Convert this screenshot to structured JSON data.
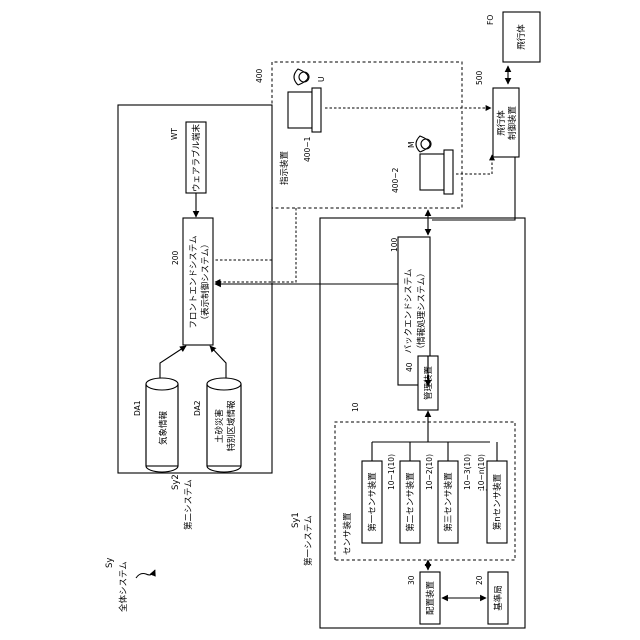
{
  "system": {
    "ref": "Sy",
    "name": "全体システム"
  },
  "second_system": {
    "ref": "Sy2",
    "name": "第二システム"
  },
  "first_system": {
    "ref": "Sy1",
    "name": "第一システム"
  },
  "wearable": {
    "ref": "WT",
    "label": "ウェアラブル端末"
  },
  "frontend": {
    "ref": "200",
    "line1": "フロントエンドシステム",
    "line2": "（表示制御システム）"
  },
  "da1": {
    "ref": "DA1",
    "label": "気象情報"
  },
  "da2": {
    "ref": "DA2",
    "line1": "土砂災害",
    "line2": "特別区域情報"
  },
  "instruction": {
    "ref": "400",
    "label": "指示装置",
    "terminal1_ref": "400−1",
    "terminal2_ref": "400−2",
    "user_u": "U",
    "user_m": "M"
  },
  "flying": {
    "ref": "FO",
    "label": "飛行体"
  },
  "flight_control": {
    "ref": "500",
    "line1": "飛行体",
    "line2": "制御装置"
  },
  "backend": {
    "ref": "100",
    "line1": "バックエンドシステム",
    "line2": "（情報処理システム）"
  },
  "management": {
    "ref": "40",
    "label": "管理装置"
  },
  "sensors": {
    "group_ref": "10",
    "group_label": "センサ装置",
    "items": [
      {
        "ref": "10−1(10)",
        "label": "第一センサ装置"
      },
      {
        "ref": "10−2(10)",
        "label": "第二センサ装置"
      },
      {
        "ref": "10−3(10)",
        "label": "第三センサ装置"
      },
      {
        "ref": "10−n(10)",
        "label": "第nセンサ装置"
      }
    ],
    "ellipsis": "⋮"
  },
  "placement": {
    "ref": "30",
    "label": "配置装置"
  },
  "base_station": {
    "ref": "20",
    "label": "基準局"
  }
}
